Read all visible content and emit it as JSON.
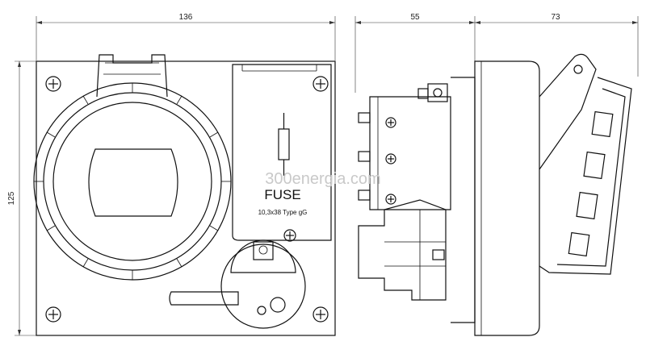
{
  "dimensions": {
    "front_width": "136",
    "height": "125",
    "side_depth_rear": "55",
    "side_depth_front": "73"
  },
  "labels": {
    "fuse": "FUSE",
    "fuse_spec": "10,3x38 Type gG"
  },
  "watermark": "300energia.com"
}
